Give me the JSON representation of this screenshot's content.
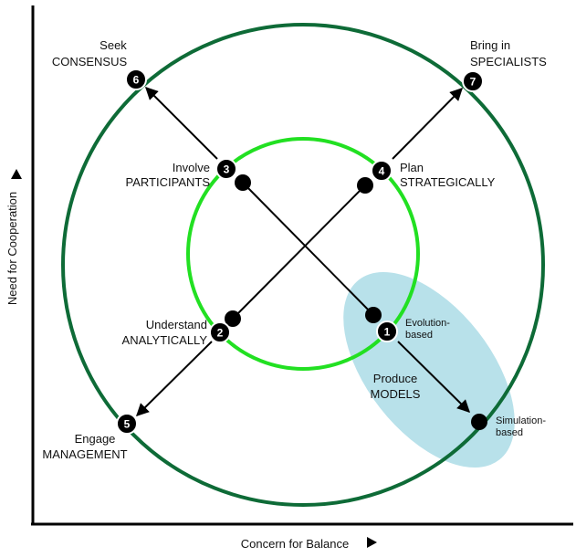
{
  "axes": {
    "x_label": "Concern for Balance",
    "y_label": "Need for Cooperation"
  },
  "colors": {
    "outer_circle": "#0e6b37",
    "inner_circle": "#22e022",
    "ellipse": "#b8e1ea",
    "ink": "#000000"
  },
  "nodes": {
    "n1": {
      "number": "1"
    },
    "n2": {
      "number": "2",
      "line1": "Understand",
      "line2": "ANALYTICALLY"
    },
    "n3": {
      "number": "3",
      "line1": "Involve",
      "line2": "PARTICIPANTS"
    },
    "n4": {
      "number": "4",
      "line1": "Plan",
      "line2": "STRATEGICALLY"
    },
    "n5": {
      "number": "5",
      "line1": "Engage",
      "line2": "MANAGEMENT"
    },
    "n6": {
      "number": "6",
      "line1": "Seek",
      "line2": "CONSENSUS"
    },
    "n7": {
      "number": "7",
      "line1": "Bring in",
      "line2": "SPECIALISTS"
    }
  },
  "models": {
    "line1": "Produce",
    "line2": "MODELS",
    "evolution_1": "Evolution-",
    "evolution_2": "based",
    "simulation_1": "Simulation-",
    "simulation_2": "based"
  }
}
